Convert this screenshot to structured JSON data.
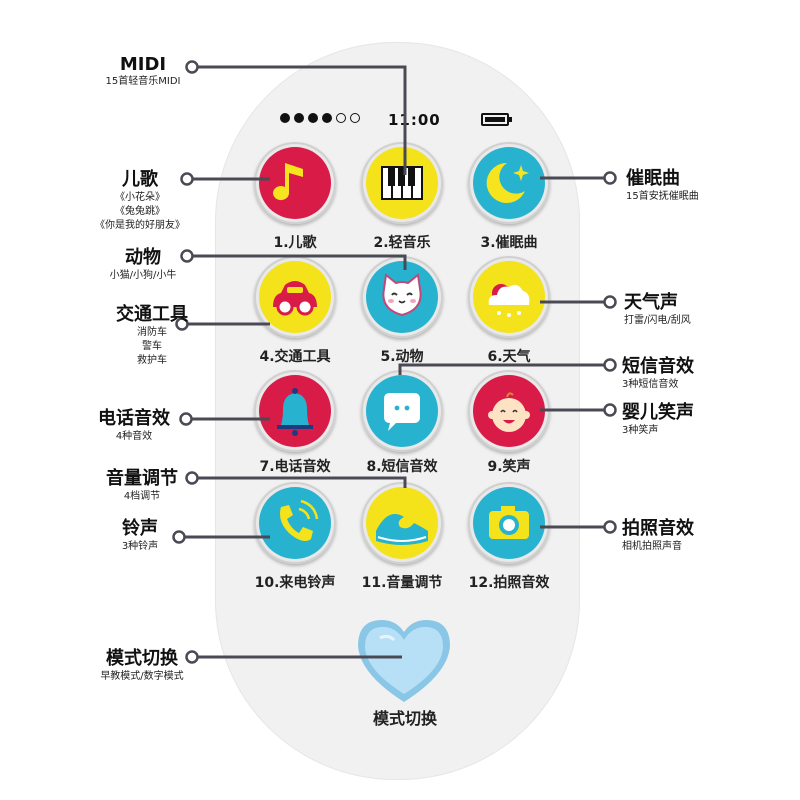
{
  "status": {
    "time": "11:00",
    "signal_on": 4,
    "signal_total": 6
  },
  "buttons": [
    {
      "label": "1.儿歌",
      "icon": "music-note-icon",
      "bg": "#d81b47"
    },
    {
      "label": "2.轻音乐",
      "icon": "piano-keys-icon",
      "bg": "#f4e21a"
    },
    {
      "label": "3.催眠曲",
      "icon": "moon-star-icon",
      "bg": "#27b3cf"
    },
    {
      "label": "4.交通工具",
      "icon": "car-icon",
      "bg": "#f4e21a"
    },
    {
      "label": "5.动物",
      "icon": "cat-face-icon",
      "bg": "#27b3cf"
    },
    {
      "label": "6.天气",
      "icon": "cloud-rain-icon",
      "bg": "#f4e21a"
    },
    {
      "label": "7.电话音效",
      "icon": "bell-icon",
      "bg": "#d81b47"
    },
    {
      "label": "8.短信音效",
      "icon": "chat-bubble-icon",
      "bg": "#27b3cf"
    },
    {
      "label": "9.笑声",
      "icon": "baby-face-icon",
      "bg": "#d81b47"
    },
    {
      "label": "10.来电铃声",
      "icon": "phone-ring-icon",
      "bg": "#27b3cf"
    },
    {
      "label": "11.音量调节",
      "icon": "wave-icon",
      "bg": "#f4e21a"
    },
    {
      "label": "12.拍照音效",
      "icon": "camera-icon",
      "bg": "#27b3cf"
    }
  ],
  "mode_button": {
    "label": "模式切换",
    "icon": "heart-icon",
    "color": "#a7d8f2"
  },
  "callouts": {
    "midi": {
      "title": "MIDI",
      "lines": [
        "15首轻音乐MIDI"
      ]
    },
    "erge": {
      "title": "儿歌",
      "lines": [
        "《小花朵》",
        "《兔兔跳》",
        "《你是我的好朋友》"
      ]
    },
    "dongwu": {
      "title": "动物",
      "lines": [
        "小猫/小狗/小牛"
      ]
    },
    "jiaotong": {
      "title": "交通工具",
      "lines": [
        "消防车",
        "警车",
        "救护车"
      ]
    },
    "dianhua": {
      "title": "电话音效",
      "lines": [
        "4种音效"
      ]
    },
    "yinliang": {
      "title": "音量调节",
      "lines": [
        "4档调节"
      ]
    },
    "lingsheng": {
      "title": "铃声",
      "lines": [
        "3种铃声"
      ]
    },
    "moshi": {
      "title": "模式切换",
      "lines": [
        "早教模式/数字模式"
      ]
    },
    "cuimian": {
      "title": "催眠曲",
      "lines": [
        "15首安抚催眠曲"
      ]
    },
    "tianqi": {
      "title": "天气声",
      "lines": [
        "打雷/闪电/刮风"
      ]
    },
    "duanxin": {
      "title": "短信音效",
      "lines": [
        "3种短信音效"
      ]
    },
    "yinger": {
      "title": "婴儿笑声",
      "lines": [
        "3种笑声"
      ]
    },
    "paizhao": {
      "title": "拍照音效",
      "lines": [
        "相机拍照声音"
      ]
    }
  },
  "colors": {
    "line": "#4a4a55",
    "phone_body": "#f1f1f1"
  }
}
